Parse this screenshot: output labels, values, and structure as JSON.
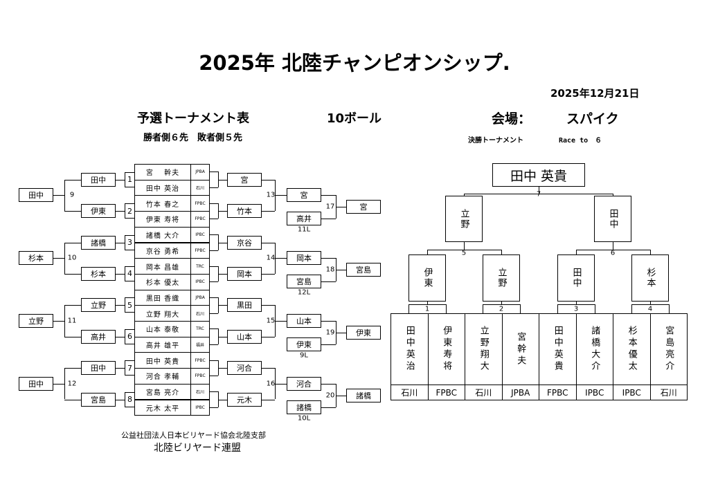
{
  "title": "2025年 北陸チャンピオンシップ.",
  "date": "2025年12月21日",
  "prelim": {
    "heading": "予選トーナメント表",
    "game": "10ボール",
    "race": "勝者側６先　敗者側５先"
  },
  "venue": {
    "label": "会場：",
    "name": "スパイク"
  },
  "final": {
    "heading": "決勝トーナメント",
    "race": "Race to　６"
  },
  "footer": {
    "org": "公益社団法人日本ビリヤード協会北陸支部",
    "league": "北陸ビリヤード連盟"
  },
  "players": [
    {
      "name": "宮　 幹夫",
      "org": "JPBA"
    },
    {
      "name": "田中 英治",
      "org": "石川"
    },
    {
      "name": "竹本 春之",
      "org": "FPBC"
    },
    {
      "name": "伊東 寿将",
      "org": "FPBC"
    },
    {
      "name": "諸橋 大介",
      "org": "IPBC"
    },
    {
      "name": "京谷 勇希",
      "org": "FPBC"
    },
    {
      "name": "岡本 昌雄",
      "org": "TRC"
    },
    {
      "name": "杉本 優太",
      "org": "IPBC"
    },
    {
      "name": "黒田 香織",
      "org": "JPBA"
    },
    {
      "name": "立野 翔大",
      "org": "石川"
    },
    {
      "name": "山本 泰敬",
      "org": "TRC"
    },
    {
      "name": "高井 雄平",
      "org": "福井"
    },
    {
      "name": "田中 英貴",
      "org": "FPBC"
    },
    {
      "name": "河合 孝輔",
      "org": "FPBC"
    },
    {
      "name": "宮島 亮介",
      "org": "石川"
    },
    {
      "name": "元木 太平",
      "org": "IPBC"
    }
  ],
  "round1": [
    {
      "match": "1",
      "winner": "田中",
      "loser": "宮"
    },
    {
      "match": "2",
      "winner": "伊東",
      "loser": "竹本"
    },
    {
      "match": "3",
      "winner": "諸橋",
      "loser": "京谷"
    },
    {
      "match": "4",
      "winner": "杉本",
      "loser": "岡本"
    },
    {
      "match": "5",
      "winner": "立野",
      "loser": "黒田"
    },
    {
      "match": "6",
      "winner": "高井",
      "loser": "山本"
    },
    {
      "match": "7",
      "winner": "田中",
      "loser": "河合"
    },
    {
      "match": "8",
      "winner": "宮島",
      "loser": "元木"
    }
  ],
  "winners_round2": [
    {
      "match": "9",
      "winner": "田中"
    },
    {
      "match": "10",
      "winner": "杉本"
    },
    {
      "match": "11",
      "winner": "立野"
    },
    {
      "match": "12",
      "winner": "田中"
    }
  ],
  "losers": [
    {
      "match": "13",
      "top": "宮",
      "bottom": "高井",
      "note": "11L",
      "final_match": "17",
      "winner": "宮"
    },
    {
      "match": "14",
      "top": "岡本",
      "bottom": "宮島",
      "note": "12L",
      "final_match": "18",
      "winner": "宮島"
    },
    {
      "match": "15",
      "top": "山本",
      "bottom": "伊東",
      "note": "9L",
      "final_match": "19",
      "winner": "伊東"
    },
    {
      "match": "16",
      "top": "河合",
      "bottom": "諸橋",
      "note": "10L",
      "final_match": "20",
      "winner": "諸橋"
    }
  ],
  "finals": {
    "champion": "田中 英貴",
    "final_match": "7",
    "semis": [
      {
        "name": "立野",
        "match": "5"
      },
      {
        "name": "田中",
        "match": "6"
      }
    ],
    "quarters": [
      {
        "name": "伊東",
        "match": "1"
      },
      {
        "name": "立野",
        "match": "2"
      },
      {
        "name": "田中",
        "match": "3"
      },
      {
        "name": "杉本",
        "match": "4"
      }
    ],
    "entrants": [
      {
        "name": "田中英治",
        "org": "石川"
      },
      {
        "name": "伊東寿将",
        "org": "FPBC"
      },
      {
        "name": "立野翔大",
        "org": "石川"
      },
      {
        "name": "宮幹夫",
        "org": "JPBA"
      },
      {
        "name": "田中英貴",
        "org": "FPBC"
      },
      {
        "name": "諸橋大介",
        "org": "IPBC"
      },
      {
        "name": "杉本優太",
        "org": "IPBC"
      },
      {
        "name": "宮島亮介",
        "org": "石川"
      }
    ]
  }
}
